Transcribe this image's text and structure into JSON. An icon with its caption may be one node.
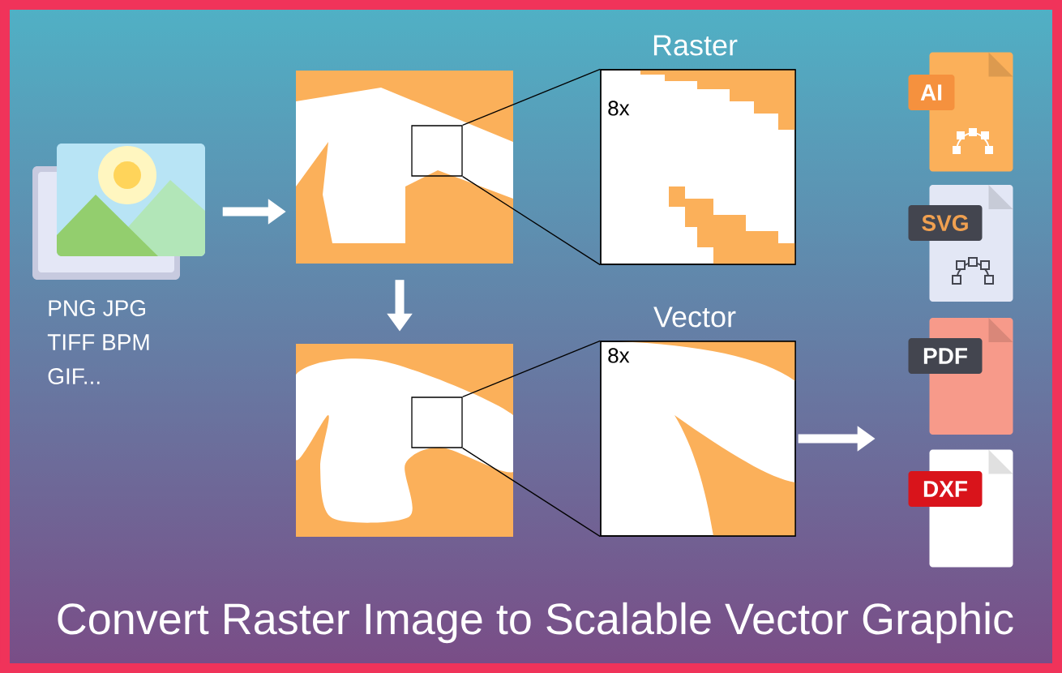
{
  "diagram": {
    "title": "Convert Raster Image to Scalable Vector Graphic",
    "nodes": [
      {
        "text": [],
        "shape": "picture",
        "beside": [
          "PNG JPG",
          "TIFF BPM",
          "GIF..."
        ]
      },
      {
        "text": [],
        "shape": "picture"
      },
      {
        "text": [],
        "shape": "box",
        "in": 1
      },
      {
        "text": [
          "Raster",
          "8x"
        ]
      },
      {
        "text": [],
        "shape": "picture"
      },
      {
        "text": [],
        "shape": "box",
        "in": 4
      },
      {
        "text": [
          "Vector",
          "8x"
        ]
      },
      {
        "text": [
          "AI"
        ]
      },
      {
        "text": [
          "SVG"
        ]
      },
      {
        "text": [
          "PDF"
        ]
      },
      {
        "text": [
          "DXF"
        ]
      }
    ],
    "edges": [
      {
        "from": 0,
        "to": 1,
        "arrow": "to",
        "style": "thick",
        "color": "#ffffff"
      },
      {
        "from": 2,
        "to": 3,
        "arrow": "none"
      },
      {
        "from": 2,
        "to": 3,
        "arrow": "none"
      },
      {
        "from": 1,
        "to": 4,
        "arrow": "to",
        "style": "thick",
        "color": "#ffffff"
      },
      {
        "from": 5,
        "to": 6,
        "arrow": "none"
      },
      {
        "from": 5,
        "to": 6,
        "arrow": "none"
      },
      {
        "from": 6,
        "to": null,
        "arrow": "to",
        "style": "thick",
        "color": "#ffffff"
      }
    ]
  }
}
